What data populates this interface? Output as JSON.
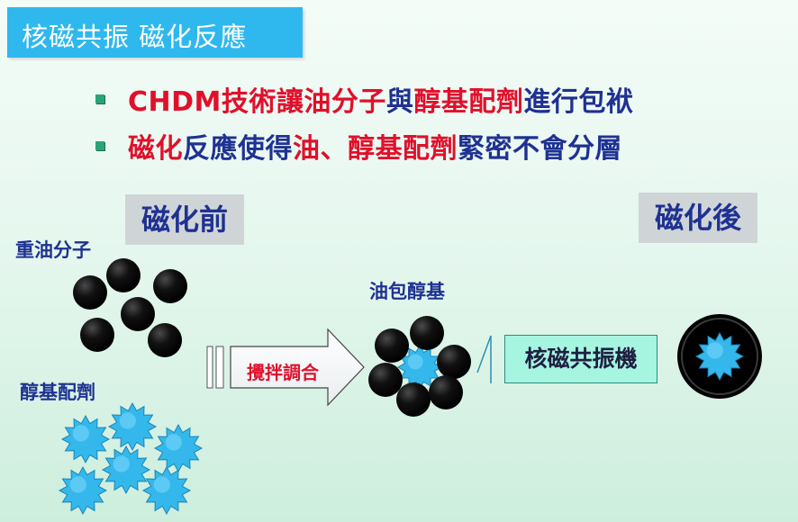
{
  "title": "核磁共振 磁化反應",
  "bullets": [
    {
      "segments": [
        {
          "text": "CHDM技術讓",
          "color": "red"
        },
        {
          "text": "油分子",
          "color": "red"
        },
        {
          "text": "與",
          "color": "blue"
        },
        {
          "text": "醇基配劑",
          "color": "red"
        },
        {
          "text": "進行包袱",
          "color": "blue"
        }
      ]
    },
    {
      "segments": [
        {
          "text": "磁化",
          "color": "red"
        },
        {
          "text": "反應使得",
          "color": "blue"
        },
        {
          "text": "油、醇基配劑",
          "color": "red"
        },
        {
          "text": "緊密不會分層",
          "color": "blue"
        }
      ]
    }
  ],
  "stages": {
    "before": "磁化前",
    "after": "磁化後"
  },
  "labels": {
    "heavy_oil": "重油分子",
    "alcohol_agent": "醇基配劑",
    "oil_wrap": "油包醇基",
    "mix": "攪拌調合",
    "machine": "核磁共振機"
  },
  "colors": {
    "title_bg": "#2fb8ee",
    "red": "#e0102b",
    "blue": "#1f3192",
    "star": "#34b8ec",
    "machine_bg": "#a6f5e1"
  }
}
